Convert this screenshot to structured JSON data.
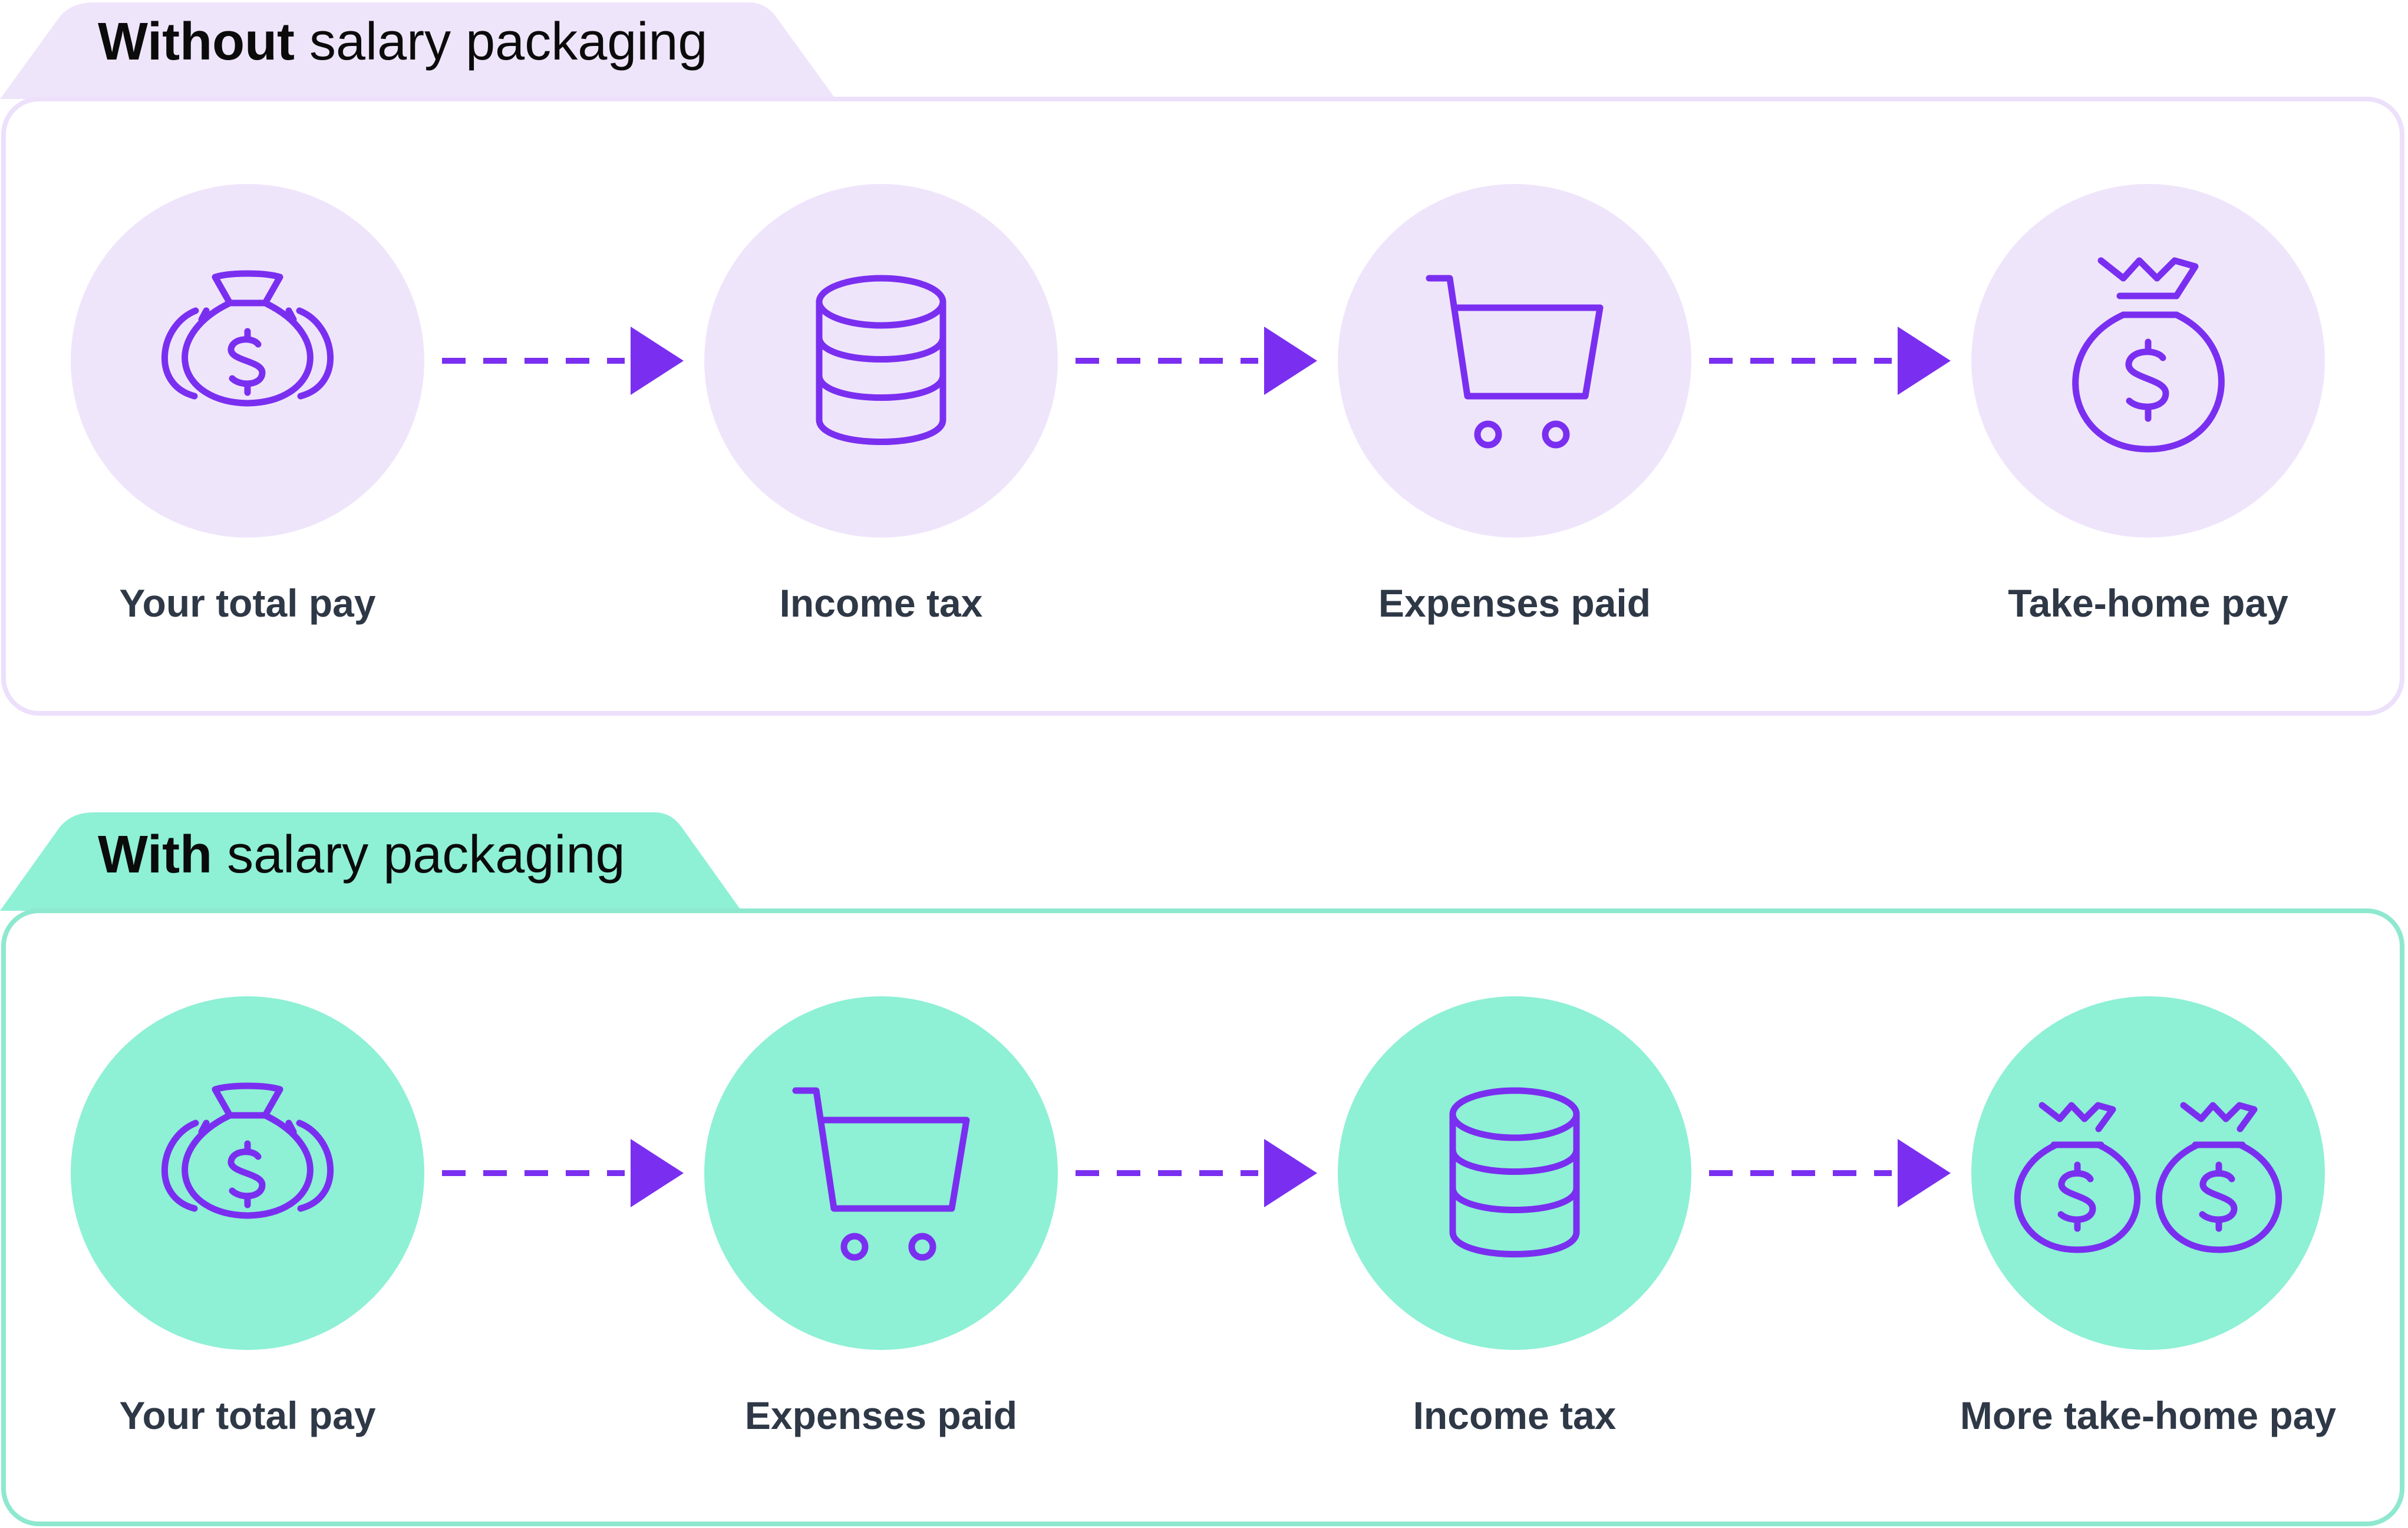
{
  "colors": {
    "accent": "#7a2ff0",
    "top_tint": "#efe5fb",
    "top_border": "#ece0fb",
    "bottom_tint": "#8ef0d5",
    "bottom_border": "#8ee8cf",
    "label_text": "#2e3846"
  },
  "panels": [
    {
      "title_bold": "Without",
      "title_rest": " salary packaging",
      "steps": [
        {
          "label": "Your total pay",
          "icon": "money-bags-icon"
        },
        {
          "label": "Income tax",
          "icon": "coin-stack-icon"
        },
        {
          "label": "Expenses paid",
          "icon": "shopping-cart-icon"
        },
        {
          "label": "Take-home pay",
          "icon": "money-bag-icon"
        }
      ]
    },
    {
      "title_bold": "With",
      "title_rest": " salary packaging",
      "steps": [
        {
          "label": "Your total pay",
          "icon": "money-bags-icon"
        },
        {
          "label": "Expenses paid",
          "icon": "shopping-cart-icon"
        },
        {
          "label": "Income tax",
          "icon": "coin-stack-icon"
        },
        {
          "label": "More take-home pay",
          "icon": "two-money-bags-icon"
        }
      ]
    }
  ]
}
